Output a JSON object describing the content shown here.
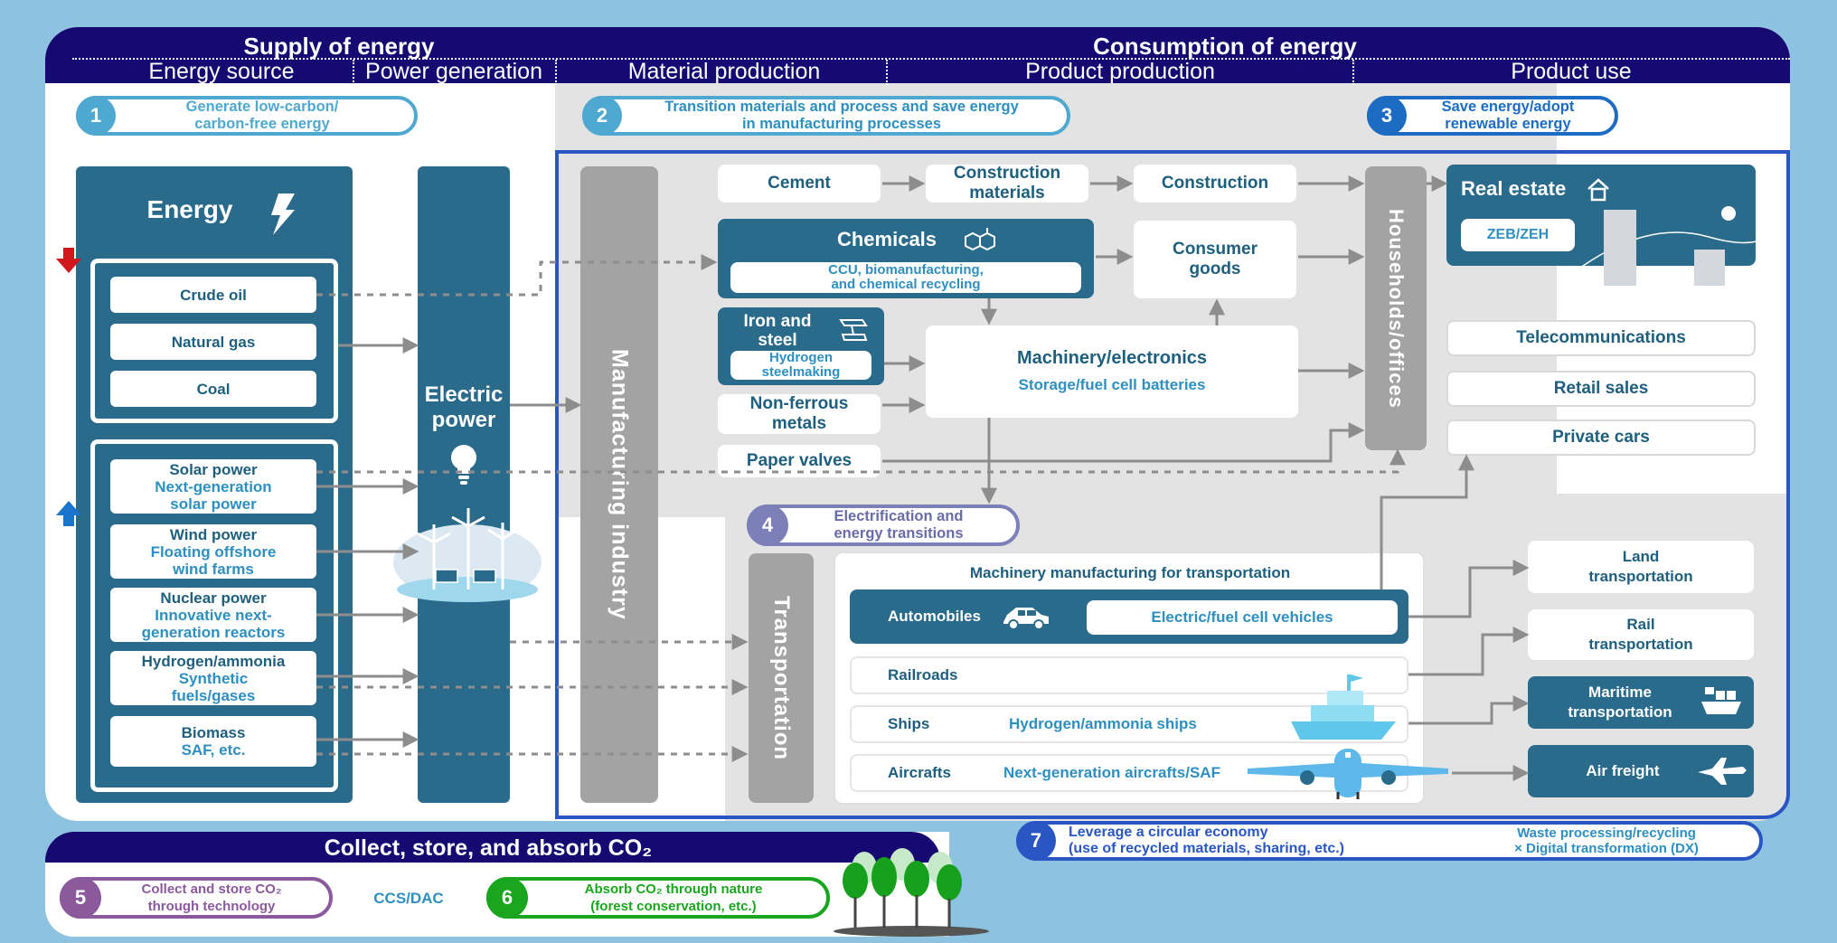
{
  "header": {
    "supply": "Supply of energy",
    "consumption": "Consumption of energy",
    "columns": [
      "Energy source",
      "Power generation",
      "Material production",
      "Product production",
      "Product use"
    ]
  },
  "steps": {
    "s1": {
      "num": "1",
      "text": "Generate low-carbon/\ncarbon-free energy"
    },
    "s2": {
      "num": "2",
      "text": "Transition materials and process and save energy\nin manufacturing processes"
    },
    "s3": {
      "num": "3",
      "text": "Save energy/adopt\nrenewable energy"
    },
    "s4": {
      "num": "4",
      "text": "Electrification and\nenergy transitions"
    },
    "s5": {
      "num": "5",
      "text": "Collect and store CO₂\nthrough technology"
    },
    "s6": {
      "num": "6",
      "text": "Absorb CO₂ through nature\n(forest conservation, etc.)"
    },
    "s7": {
      "num": "7",
      "text": "Leverage a circular economy\n(use of recycled materials, sharing, etc.)",
      "extra": "Waste processing/recycling\n× Digital transformation (DX)"
    }
  },
  "energy": {
    "title": "Energy",
    "fossil": [
      "Crude oil",
      "Natural gas",
      "Coal"
    ],
    "renewables": [
      {
        "main": "Solar power",
        "sub": "Next-generation\nsolar power"
      },
      {
        "main": "Wind power",
        "sub": "Floating offshore\nwind farms"
      },
      {
        "main": "Nuclear power",
        "sub": "Innovative next-\ngeneration reactors"
      },
      {
        "main": "Hydrogen/ammonia",
        "sub": "Synthetic\nfuels/gases"
      },
      {
        "main": "Biomass",
        "sub": "SAF, etc."
      }
    ]
  },
  "electric_power": "Electric\npower",
  "manufacturing": "Manufacturing industry",
  "materials": {
    "cement": "Cement",
    "construction_materials": "Construction\nmaterials",
    "construction": "Construction",
    "chemicals": "Chemicals",
    "chemicals_sub": "CCU, biomanufacturing,\nand chemical recycling",
    "consumer_goods": "Consumer\ngoods",
    "iron_steel": "Iron and\nsteel",
    "iron_sub": "Hydrogen\nsteelmaking",
    "machinery": "Machinery/electronics",
    "machinery_sub": "Storage/fuel cell batteries",
    "nonferrous": "Non-ferrous\nmetals",
    "paper": "Paper valves"
  },
  "households": "Households/offices",
  "product_use": {
    "real_estate": "Real estate",
    "zeb": "ZEB/ZEH",
    "telecom": "Telecommunications",
    "retail": "Retail sales",
    "cars": "Private cars"
  },
  "transport": {
    "label": "Transportation",
    "section_title": "Machinery manufacturing for transportation",
    "rows": [
      {
        "name": "Automobiles",
        "detail": "Electric/fuel cell vehicles"
      },
      {
        "name": "Railroads",
        "detail": ""
      },
      {
        "name": "Ships",
        "detail": "Hydrogen/ammonia ships"
      },
      {
        "name": "Aircrafts",
        "detail": "Next-generation aircrafts/SAF"
      }
    ],
    "modes": [
      "Land\ntransportation",
      "Rail\ntransportation",
      "Maritime\ntransportation",
      "Air freight"
    ]
  },
  "co2": {
    "title": "Collect, store, and absorb CO₂",
    "ccs": "CCS/DAC"
  },
  "colors": {
    "navy": "#160a72",
    "teal": "#2a6b8c",
    "step_blue": "#4fa8d0",
    "step3": "#1c6cc4",
    "step4": "#7d7fb8",
    "step5": "#8a5a9c",
    "step6": "#1aa51f",
    "step7": "#2a56c4"
  }
}
